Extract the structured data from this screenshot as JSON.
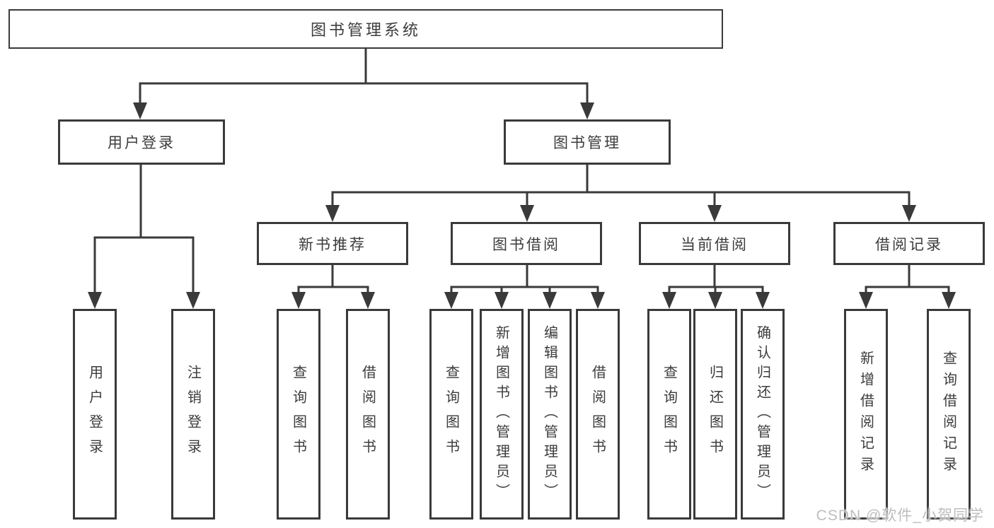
{
  "diagram": {
    "root": {
      "label": "图书管理系统"
    },
    "level2": {
      "user_login": {
        "label": "用户登录"
      },
      "book_management": {
        "label": "图书管理"
      }
    },
    "level3": {
      "new_book_recommend": {
        "label": "新书推荐"
      },
      "book_borrow": {
        "label": "图书借阅"
      },
      "current_borrow": {
        "label": "当前借阅"
      },
      "borrow_record": {
        "label": "借阅记录"
      }
    },
    "leaves": {
      "user_login": {
        "label": "用户登录"
      },
      "logout": {
        "label": "注销登录"
      },
      "recommend_query_book": {
        "label": "查询图书"
      },
      "recommend_borrow_book": {
        "label": "借阅图书"
      },
      "borrow_query_book": {
        "label": "查询图书"
      },
      "borrow_add_book": {
        "label": "新增图书（管理员）"
      },
      "borrow_edit_book": {
        "label": "编辑图书（管理员）"
      },
      "borrow_borrow_book": {
        "label": "借阅图书"
      },
      "current_query_book": {
        "label": "查询图书"
      },
      "current_return_book": {
        "label": "归还图书"
      },
      "current_confirm_return": {
        "label": "确认归还（管理员）"
      },
      "record_add": {
        "label": "新增借阅记录"
      },
      "record_query": {
        "label": "查询借阅记录"
      }
    },
    "watermark": {
      "text": "CSDN @软件_小贺同学"
    },
    "colors": {
      "line": "#3a3a3a",
      "box_border": "#3a3a3a",
      "text": "#3c3c3c",
      "background": "#ffffff",
      "watermark": "#bdbdbd"
    }
  }
}
